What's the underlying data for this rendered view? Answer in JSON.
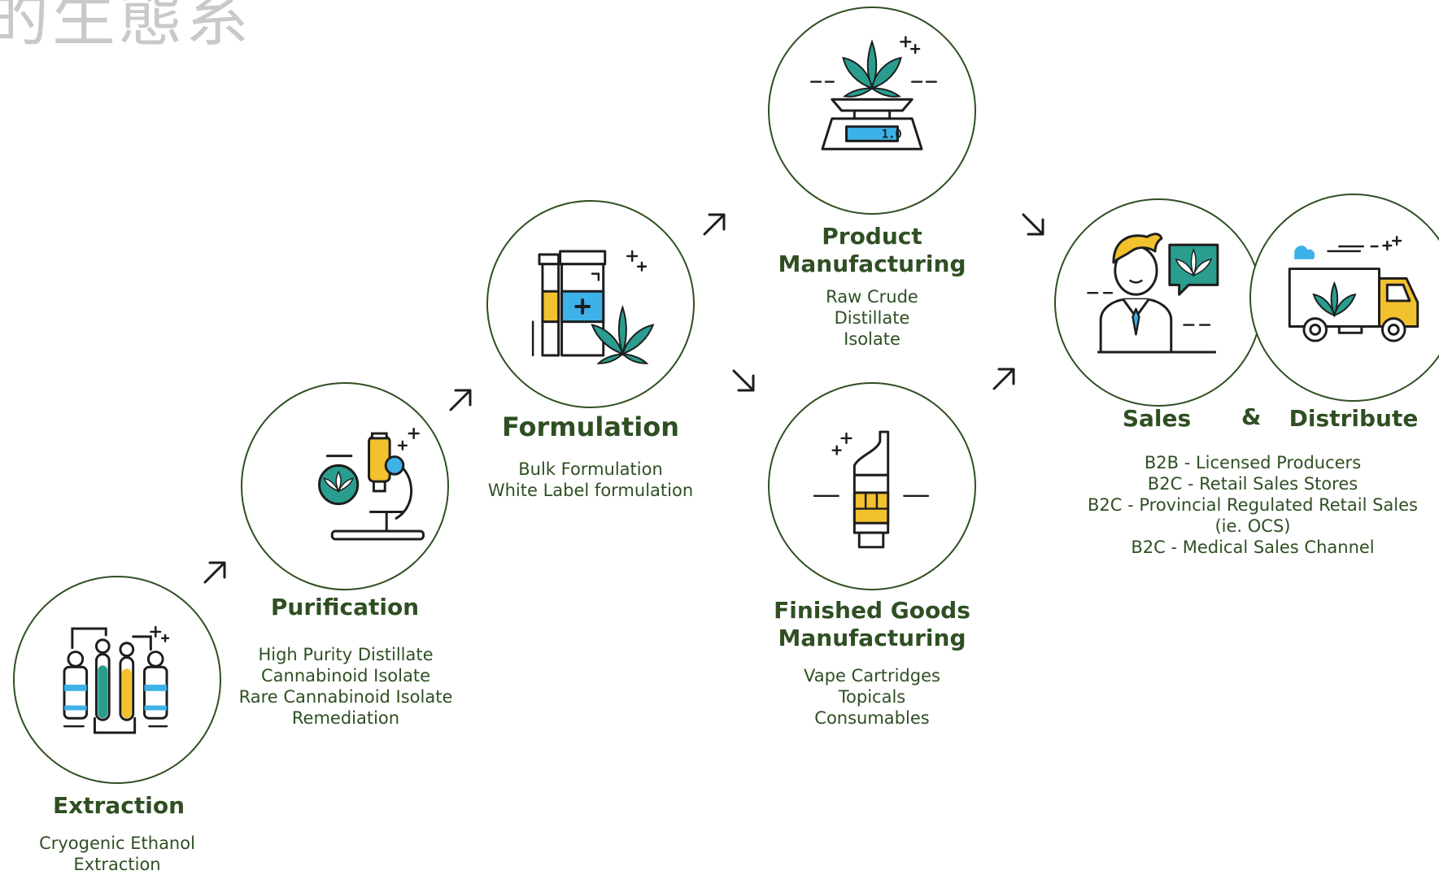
{
  "watermark": "的生態系",
  "colors": {
    "green": "#2f4f23",
    "teal": "#2a9d8f",
    "yellow": "#f2c12e",
    "blue": "#3db2e8",
    "line": "#1d1d1d"
  },
  "stages": {
    "extraction": {
      "title": "Extraction",
      "lines": [
        "Cryogenic Ethanol",
        "Extraction"
      ],
      "icon": "gas-cylinders-icon"
    },
    "purification": {
      "title": "Purification",
      "lines": [
        "High Purity Distillate",
        "Cannabinoid Isolate",
        "Rare Cannabinoid Isolate",
        "Remediation"
      ],
      "icon": "microscope-icon"
    },
    "formulation": {
      "title": "Formulation",
      "lines": [
        "Bulk Formulation",
        "White Label formulation"
      ],
      "icon": "medicine-jars-icon"
    },
    "product": {
      "title_lines": [
        "Product",
        "Manufacturing"
      ],
      "lines": [
        "Raw Crude",
        "Distillate",
        "Isolate"
      ],
      "icon": "scale-icon",
      "scale_reading": "1.0"
    },
    "finished": {
      "title_lines": [
        "Finished Goods",
        "Manufacturing"
      ],
      "lines": [
        "Vape Cartridges",
        "Topicals",
        "Consumables"
      ],
      "icon": "vape-cartridge-icon"
    },
    "sales": {
      "title": "Sales",
      "icon": "salesperson-icon"
    },
    "distribute": {
      "title": "Distribute",
      "icon": "delivery-truck-icon"
    },
    "ampersand": "&",
    "sales_lines": [
      "B2B - Licensed Producers",
      "B2C - Retail Sales Stores",
      "B2C - Provincial Regulated Retail Sales",
      "(ie. OCS)",
      "B2C - Medical Sales Channel"
    ]
  }
}
